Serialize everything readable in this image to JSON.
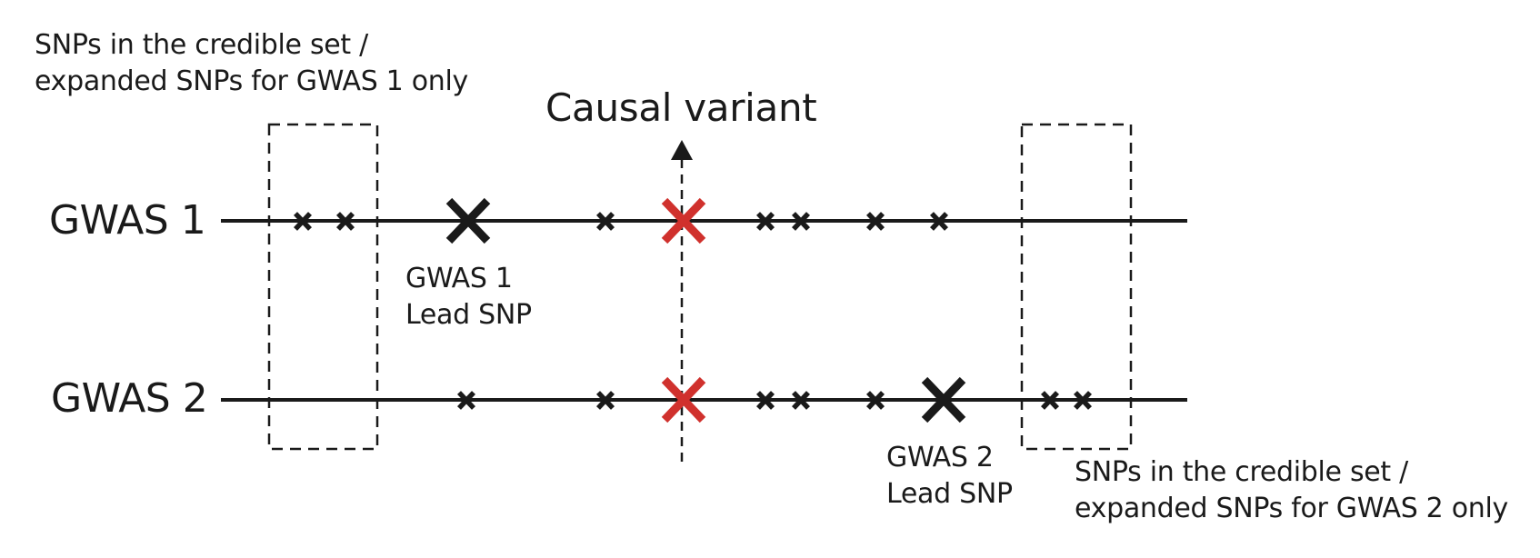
{
  "notes": {
    "gwas1_only": {
      "line1": "SNPs in the credible set /",
      "line2": "expanded SNPs for GWAS 1 only"
    },
    "gwas2_only": {
      "line1": "SNPs in the credible set /",
      "line2": "expanded SNPs for GWAS 2 only"
    }
  },
  "causal_label": "Causal variant",
  "tracks": {
    "gwas1": "GWAS 1",
    "gwas2": "GWAS 2"
  },
  "lead_labels": {
    "gwas1": {
      "line1": "GWAS 1",
      "line2": "Lead SNP"
    },
    "gwas2": {
      "line1": "GWAS 2",
      "line2": "Lead SNP"
    }
  },
  "colors": {
    "ink": "#1a1a1a",
    "causal": "#d0312d"
  }
}
